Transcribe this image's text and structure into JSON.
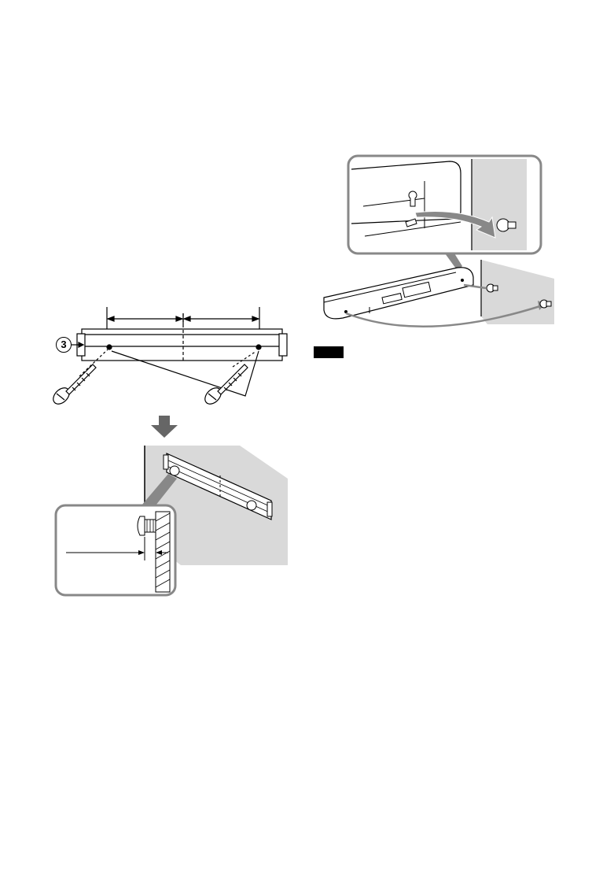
{
  "figure_left": {
    "callout_number": "3",
    "mounting_bracket": "mounting-bracket",
    "screws": [
      "screw-left",
      "screw-right"
    ]
  },
  "figure_right": {
    "soundbar": "soundbar",
    "wall_screws": [
      "wall-screw-upper",
      "wall-screw-lower"
    ]
  },
  "note": {
    "label": ""
  },
  "colors": {
    "line": "#000000",
    "wall_shade": "#d9d9d9",
    "callout_frame": "#888888",
    "arrow_fill": "#666666",
    "note_bg": "#000000"
  }
}
